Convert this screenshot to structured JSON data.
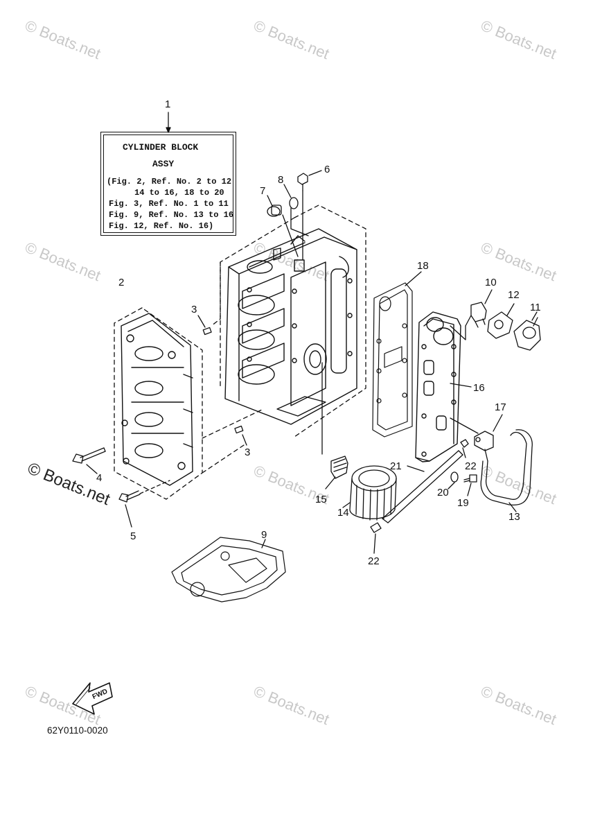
{
  "watermark": "© Boats.net",
  "title_box": {
    "line1": "CYLINDER BLOCK",
    "line2": "ASSY",
    "line3": "(Fig. 2, Ref. No. 2 to 12",
    "line4": "14 to 16, 18 to 20",
    "line5": "Fig. 3, Ref. No. 1 to 11",
    "line6": "Fig. 9, Ref. No. 13 to 16",
    "line7": "Fig. 12, Ref. No. 16)"
  },
  "callouts": {
    "c1": "1",
    "c2": "2",
    "c3a": "3",
    "c3b": "3",
    "c4": "4",
    "c5": "5",
    "c6": "6",
    "c7": "7",
    "c8": "8",
    "c9": "9",
    "c10": "10",
    "c11": "11",
    "c12": "12",
    "c13": "13",
    "c14": "14",
    "c15": "15",
    "c16": "16",
    "c17": "17",
    "c18": "18",
    "c19": "19",
    "c20": "20",
    "c21": "21",
    "c22a": "22",
    "c22b": "22"
  },
  "fwd_label": "FWD",
  "diagram_code": "62Y0110-0020"
}
